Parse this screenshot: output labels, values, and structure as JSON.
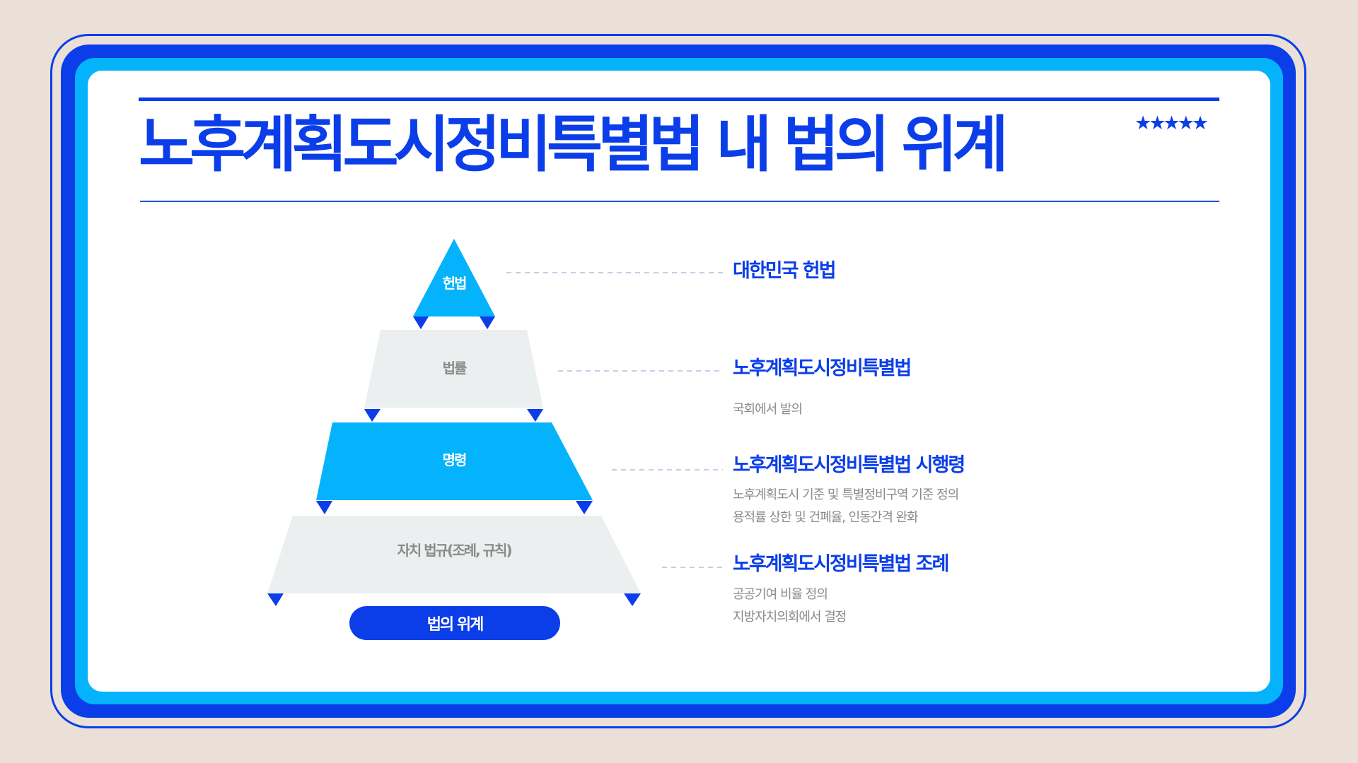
{
  "slide": {
    "title": "노후계획도시정비특별법 내 법의 위계",
    "rating": "★★★★★"
  },
  "colors": {
    "primary_blue": "#0b3ee9",
    "cyan": "#04b3fb",
    "light_gray": "#ebeff0",
    "background": "#ebe0d7"
  },
  "pyramid": {
    "tiers": [
      {
        "label": "헌법",
        "fill": "cyan"
      },
      {
        "label": "법률",
        "fill": "light-gray"
      },
      {
        "label": "명령",
        "fill": "cyan"
      },
      {
        "label": "자치 법규(조례, 규칙)",
        "fill": "light-gray"
      }
    ],
    "badge": "법의 위계"
  },
  "descriptions": [
    {
      "heading": "대한민국 헌법",
      "lines": []
    },
    {
      "heading": "노후계획도시정비특별법",
      "lines": [
        "국회에서 발의"
      ]
    },
    {
      "heading": "노후계획도시정비특별법 시행령",
      "lines": [
        "노후계획도시 기준 및 특별정비구역 기준 정의",
        "용적률 상한 및 건폐율, 인동간격 완화"
      ]
    },
    {
      "heading": "노후계획도시정비특별법 조례",
      "lines": [
        "공공기여 비율 정의",
        "지방자치의회에서 결정"
      ]
    }
  ]
}
